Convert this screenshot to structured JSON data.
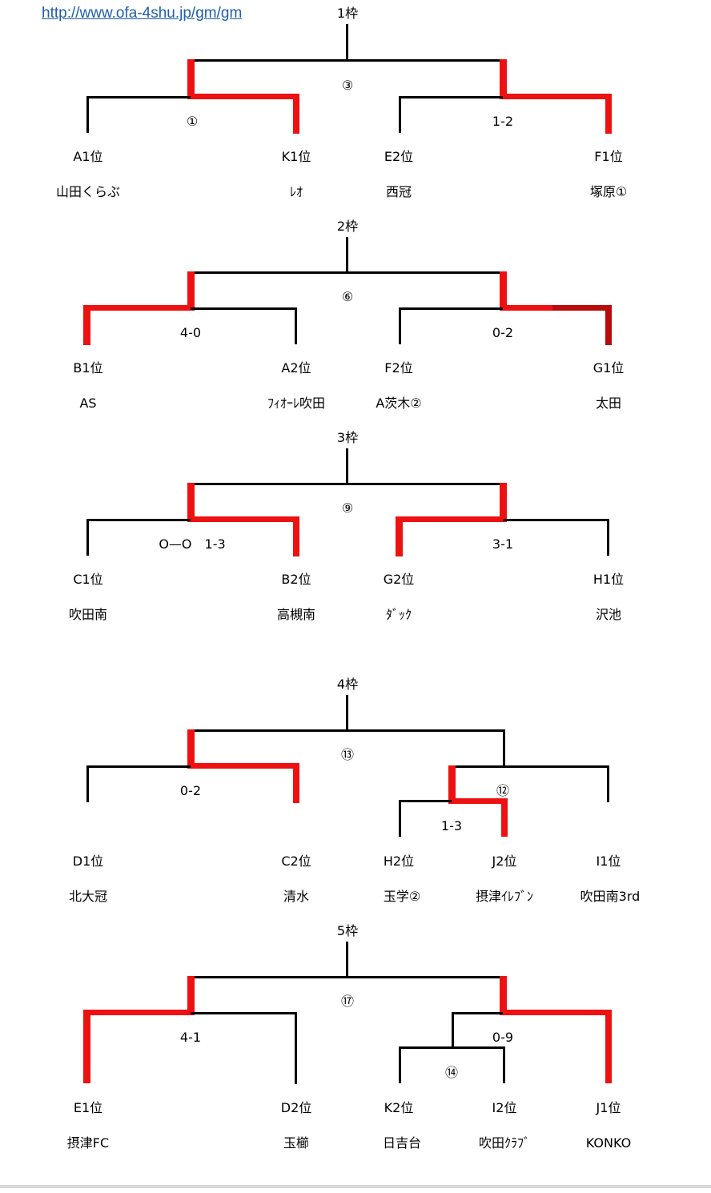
{
  "link": "http://www.ofa-4shu.jp/gm/gm",
  "groups": [
    {
      "frame": "1枠",
      "center": "③",
      "left_result": "①",
      "right_result": "1-2",
      "sub_label": "",
      "seeds": [
        "A1位",
        "K1位",
        "E2位",
        "F1位"
      ],
      "teams": [
        "山田くらぶ",
        "ﾚｵ",
        "西冠",
        "塚原①"
      ]
    },
    {
      "frame": "2枠",
      "center": "⑥",
      "left_result": "4-0",
      "right_result": "0-2",
      "sub_label": "",
      "seeds": [
        "B1位",
        "A2位",
        "F2位",
        "G1位"
      ],
      "teams": [
        "AS",
        "ﾌｨｵｰﾚ吹田",
        "A茨木②",
        "太田"
      ]
    },
    {
      "frame": "3枠",
      "center": "⑨",
      "left_result": "O—O　1-3",
      "right_result": "3-1",
      "sub_label": "",
      "seeds": [
        "C1位",
        "B2位",
        "G2位",
        "H1位"
      ],
      "teams": [
        "吹田南",
        "高槻南",
        "ﾀﾞｯｸ",
        "沢池"
      ]
    },
    {
      "frame": "4枠",
      "center": "⑬",
      "left_result": "0-2",
      "right_result": "⑫",
      "sub_label": "1-3",
      "seeds": [
        "D1位",
        "C2位",
        "H2位",
        "J2位",
        "I1位"
      ],
      "teams": [
        "北大冠",
        "清水",
        "玉学②",
        "摂津ｲﾚﾌﾞﾝ",
        "吹田南3rd"
      ]
    },
    {
      "frame": "5枠",
      "center": "⑰",
      "left_result": "4-1",
      "right_result": "0-9",
      "sub_label": "⑭",
      "seeds": [
        "E1位",
        "D2位",
        "K2位",
        "I2位",
        "J1位"
      ],
      "teams": [
        "摂津FC",
        "玉櫛",
        "日吉台",
        "吹田ｸﾗﾌﾞ",
        "KONKO"
      ]
    }
  ],
  "colors": {
    "winner_line": "#ee1111",
    "line": "#000000",
    "link": "#1f5fa8"
  }
}
